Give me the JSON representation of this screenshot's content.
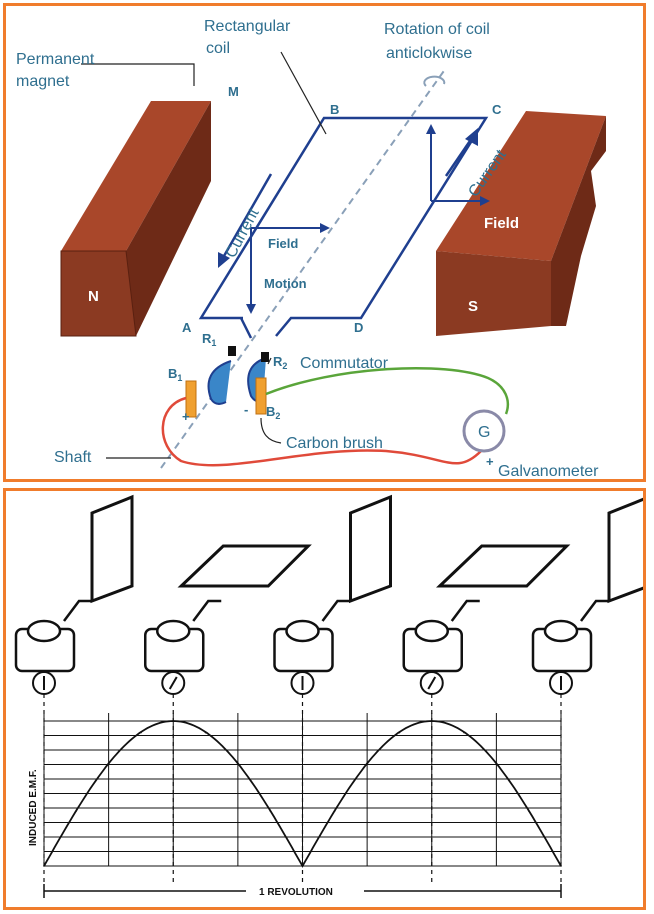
{
  "generator_diagram": {
    "labels": {
      "permanent_magnet_1": "Permanent",
      "permanent_magnet_2": "magnet",
      "m": "M",
      "rectangular_coil_1": "Rectangular",
      "rectangular_coil_2": "coil",
      "rotation_1": "Rotation of coil",
      "rotation_2": "anticlokwise",
      "b": "B",
      "c": "C",
      "a": "A",
      "d": "D",
      "current_left": "Current",
      "current_right": "Current",
      "field_inner": "Field",
      "motion": "Motion",
      "field_right": "Field",
      "n_pole": "N",
      "s_pole": "S",
      "r1": "R",
      "r1_sub": "1",
      "r2": "R",
      "r2_sub": "2",
      "commutator": "Commutator",
      "b1": "B",
      "b1_sub": "1",
      "b2": "B",
      "b2_sub": "2",
      "shaft": "Shaft",
      "carbon_brush": "Carbon brush",
      "galvanometer_symbol": "G",
      "galvanometer": "Galvanometer",
      "minus": "-",
      "plus": "+"
    },
    "colors": {
      "magnet": "#8b3a22",
      "label": "#2f6f8f",
      "coil": "#1f3f8f",
      "wire_red": "#e04a3a",
      "wire_green": "#5aa53a",
      "brush": "#f0a030",
      "border": "#f07c2c"
    }
  },
  "emf_graph": {
    "chart_data": {
      "type": "line",
      "ylabel": "INDUCED E.M.F.",
      "xlabel": "1 REVOLUTION",
      "x": [
        0,
        0.0625,
        0.125,
        0.1875,
        0.25,
        0.3125,
        0.375,
        0.4375,
        0.5,
        0.5625,
        0.625,
        0.6875,
        0.75,
        0.8125,
        0.875,
        0.9375,
        1
      ],
      "y": [
        0,
        0.38,
        0.71,
        0.92,
        1,
        0.92,
        0.71,
        0.38,
        0,
        0.38,
        0.71,
        0.92,
        1,
        0.92,
        0.71,
        0.38,
        0
      ],
      "grid": true,
      "galvanometer_needle_angles_deg": [
        0,
        30,
        0,
        30,
        0
      ]
    }
  }
}
